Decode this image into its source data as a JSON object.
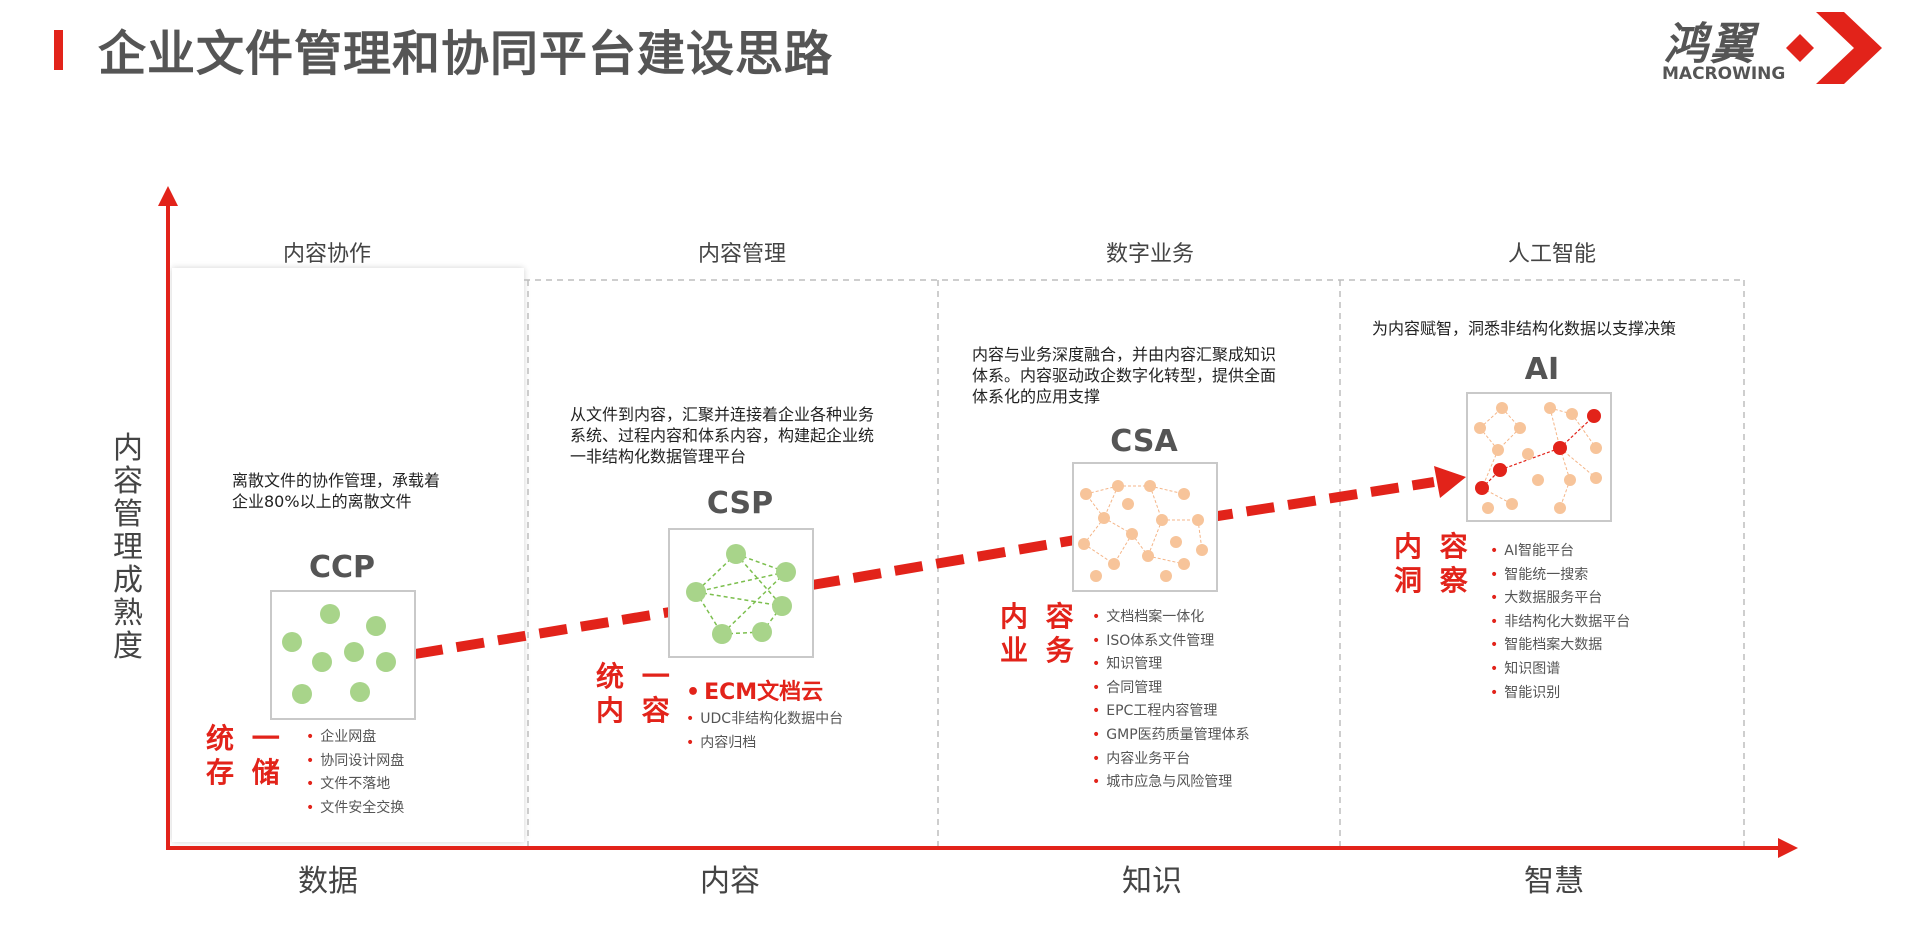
{
  "title": "企业文件管理和协同平台建设思路",
  "logo": {
    "cn": "鸿翼",
    "en": "MACROWING"
  },
  "axes": {
    "y_label": "内容管理成熟度"
  },
  "columns": [
    {
      "header": "内容协作",
      "x_label": "数据",
      "stage": "CCP",
      "desc": "离散文件的协作管理，承载着企业80%以上的离散文件",
      "big": "统 一\n存 储",
      "highlight": "",
      "items": [
        "企业网盘",
        "协同设计网盘",
        "文件不落地",
        "文件安全交换"
      ]
    },
    {
      "header": "内容管理",
      "x_label": "内容",
      "stage": "CSP",
      "desc": "从文件到内容，汇聚并连接着企业各种业务系统、过程内容和体系内容，构建起企业统一非结构化数据管理平台",
      "big": "统 一\n内 容",
      "highlight": "ECM文档云",
      "items": [
        "UDC非结构化数据中台",
        "内容归档"
      ]
    },
    {
      "header": "数字业务",
      "x_label": "知识",
      "stage": "CSA",
      "desc": "内容与业务深度融合，并由内容汇聚成知识体系。内容驱动政企数字化转型，提供全面体系化的应用支撑",
      "big": "内 容\n业 务",
      "highlight": "",
      "items": [
        "文档档案一体化",
        "ISO体系文件管理",
        "知识管理",
        "合同管理",
        "EPC工程内容管理",
        "GMP医药质量管理体系",
        "内容业务平台",
        "城市应急与风险管理"
      ]
    },
    {
      "header": "人工智能",
      "x_label": "智慧",
      "stage": "AI",
      "desc": "为内容赋智，洞悉非结构化数据以支撑决策",
      "big": "内 容\n洞 察",
      "highlight": "",
      "items": [
        "AI智能平台",
        "智能统一搜索",
        "大数据服务平台",
        "非结构化大数据平台",
        "智能档案大数据",
        "知识图谱",
        "智能识别"
      ]
    }
  ],
  "colors": {
    "accent": "#e2231a",
    "green_node": "#a8d48a",
    "orange_node": "#f7c49a",
    "red_node": "#e2231a",
    "grid_line": "#bdbdbd"
  }
}
